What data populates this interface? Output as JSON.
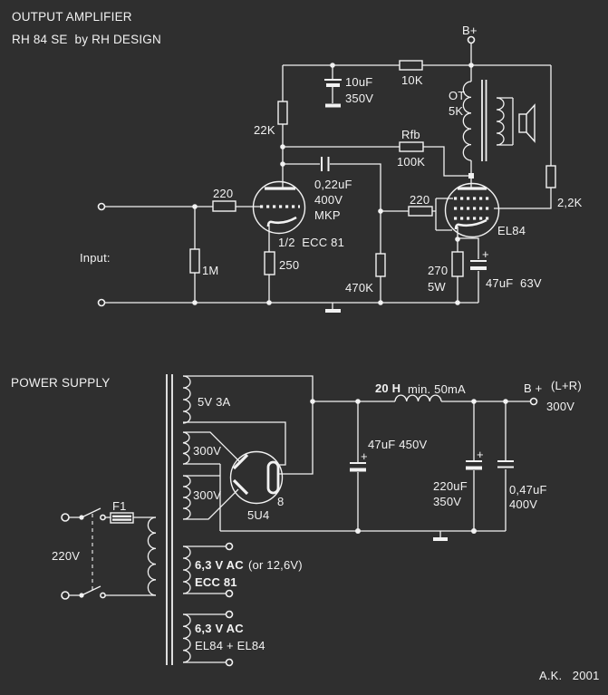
{
  "colors": {
    "background": "#2f2f2f",
    "line": "#f2f2f2"
  },
  "header": {
    "title": "OUTPUT AMPLIFIER",
    "subtitle": "RH 84 SE  by RH DESIGN"
  },
  "amp": {
    "b_plus": "B+",
    "r_supply": "10K",
    "c_decoupling": "10uF",
    "c_decoupling_v": "350V",
    "r_plate": "22K",
    "ot_name": "OT",
    "ot_value": "5K",
    "r_feedback_name": "Rfb",
    "r_feedback_value": "100K",
    "c_coupling": "0,22uF",
    "c_coupling_v": "400V",
    "c_coupling_type": "MKP",
    "r_grid_stopper1": "220",
    "r_grid_leak1": "1M",
    "input_label": "Input:",
    "tube1": "1/2  ECC 81",
    "r_cathode1": "250",
    "r_grid_leak2": "470K",
    "r_grid_stopper2": "220",
    "r_cathode2": "270",
    "r_cathode2_w": "5W",
    "c_cathode2": "47uF  63V",
    "plus": "+",
    "tube2": "EL84",
    "r_screen": "2,2K"
  },
  "psu": {
    "section_title": "POWER SUPPLY",
    "mains_v": "220V",
    "fuse": "F1",
    "w_rect_heater": "5V 3A",
    "w_hv1": "300V",
    "w_hv2": "300V",
    "rectifier": "5U4",
    "rectifier_pin": "8",
    "choke_h": "20 H",
    "choke_i": "min. 50mA",
    "c_filter1": "47uF 450V",
    "c_filter2": "220uF",
    "c_filter2_v": "350V",
    "c_filter3": "0,47uF",
    "c_filter3_v": "400V",
    "plus": "+",
    "b_plus": "B +",
    "b_plus_note": "(L+R)",
    "b_plus_v": "300V",
    "w_heater1": "6,3 V AC",
    "w_heater1_alt": "(or 12,6V)",
    "w_heater1_for": "ECC 81",
    "w_heater2": "6,3 V AC",
    "w_heater2_for": "EL84 + EL84"
  },
  "signature": "A.K.   2001"
}
